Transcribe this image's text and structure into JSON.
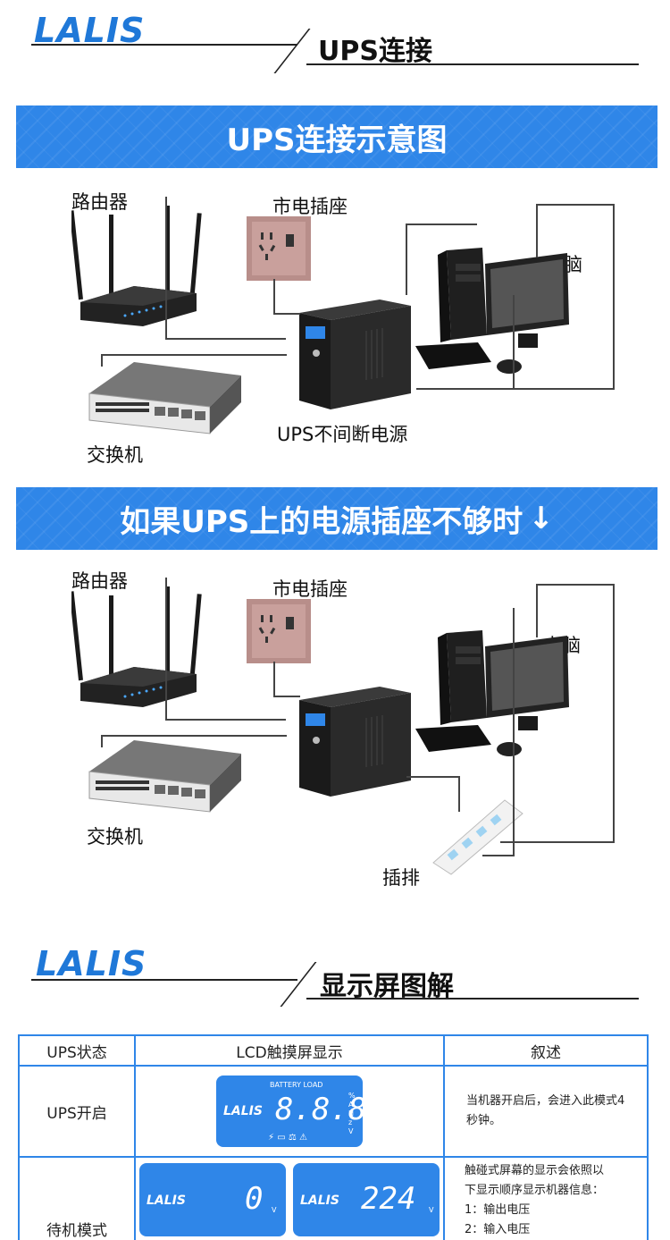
{
  "brand": {
    "logo": "LALIS",
    "accent": "#2f86e8",
    "dark": "#1a1a1a"
  },
  "section1": {
    "title": "UPS连接"
  },
  "banner1": {
    "text": "UPS连接示意图"
  },
  "diagram1": {
    "router": "路由器",
    "outlet": "市电插座",
    "computer": "电脑",
    "switch": "交换机",
    "ups": "UPS不间断电源"
  },
  "banner2": {
    "text": "如果UPS上的电源插座不够时",
    "arrow": "↓"
  },
  "diagram2": {
    "router": "路由器",
    "outlet": "市电插座",
    "computer": "电脑",
    "switch": "交换机",
    "strip": "插排"
  },
  "section2": {
    "title": "显示屏图解"
  },
  "table": {
    "headers": [
      "UPS状态",
      "LCD触摸屏显示",
      "叙述"
    ],
    "rows": [
      {
        "state": "UPS开启",
        "lcd": {
          "top": "BATTERY LOAD",
          "digits": "8.8.8",
          "units": "% A Hz V"
        },
        "desc": "当机器开启后，会进入此模式4秒钟。"
      },
      {
        "state": "待机模式",
        "lcd_a": {
          "digits": "0",
          "unit": "V"
        },
        "lcd_b": {
          "digits": "224",
          "unit": "V"
        },
        "desc_lines": [
          "触碰式屏幕的显示会依照以",
          "下显示顺序显示机器信息：",
          "1：输出电压",
          "2：输入电压"
        ]
      }
    ]
  }
}
